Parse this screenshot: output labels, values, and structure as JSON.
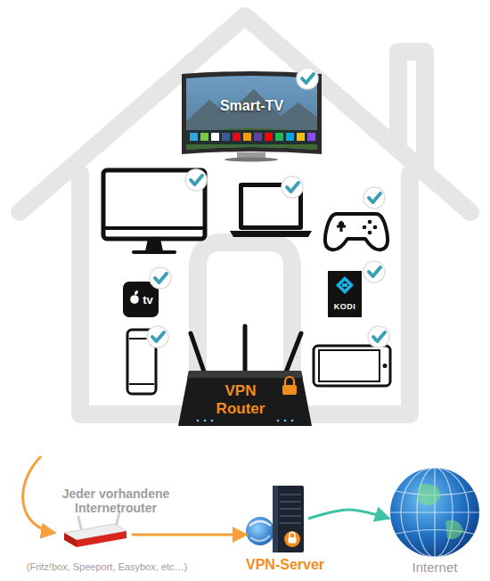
{
  "diagram": {
    "nodes": [
      {
        "text": [
          "Smart-TV"
        ]
      },
      {
        "text": [
          "VPN Router"
        ]
      },
      {
        "text": [
          "Jeder vorhandene Internetrouter",
          "(Fritz!box, Speeport, Easybox, etc…)"
        ]
      },
      {
        "text": [
          "VPN-Server"
        ]
      },
      {
        "text": [
          "Internet"
        ]
      }
    ],
    "edges": [
      {
        "from": 2,
        "to": 3,
        "arrow": "to"
      },
      {
        "from": 3,
        "to": 4,
        "arrow": "to"
      }
    ],
    "labels": [
      "tv",
      "KODI"
    ]
  }
}
